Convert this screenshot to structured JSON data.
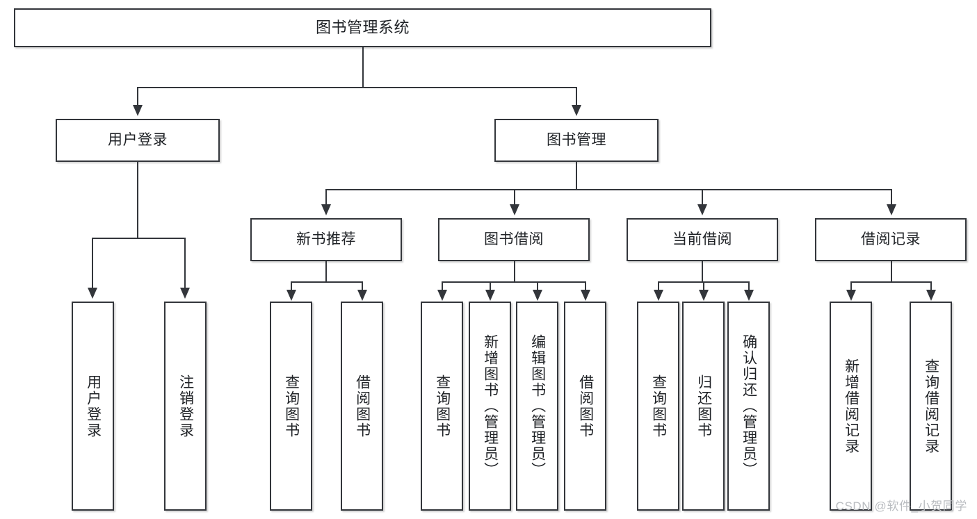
{
  "diagram": {
    "title": "图书管理系统",
    "type": "tree-hierarchy",
    "root": {
      "label": "图书管理系统"
    },
    "level1": [
      {
        "label": "用户登录"
      },
      {
        "label": "图书管理"
      }
    ],
    "level2": [
      {
        "label": "新书推荐"
      },
      {
        "label": "图书借阅"
      },
      {
        "label": "当前借阅"
      },
      {
        "label": "借阅记录"
      }
    ],
    "leaves": {
      "user_login": [
        {
          "label": "用户登录"
        },
        {
          "label": "注销登录"
        }
      ],
      "new_book_recommend": [
        {
          "label": "查询图书"
        },
        {
          "label": "借阅图书"
        }
      ],
      "book_borrow": [
        {
          "label": "查询图书"
        },
        {
          "label": "新增图书（管理员）"
        },
        {
          "label": "编辑图书（管理员）"
        },
        {
          "label": "借阅图书"
        }
      ],
      "current_borrow": [
        {
          "label": "查询图书"
        },
        {
          "label": "归还图书"
        },
        {
          "label": "确认归还（管理员）"
        }
      ],
      "borrow_record": [
        {
          "label": "新增借阅记录"
        },
        {
          "label": "查询借阅记录"
        }
      ]
    }
  },
  "watermark": {
    "text": "CSDN @软件_小贺同学"
  },
  "colors": {
    "border": "#33363b",
    "text": "#1f2226",
    "background": "#ffffff",
    "watermark": "#b9bcc0"
  }
}
